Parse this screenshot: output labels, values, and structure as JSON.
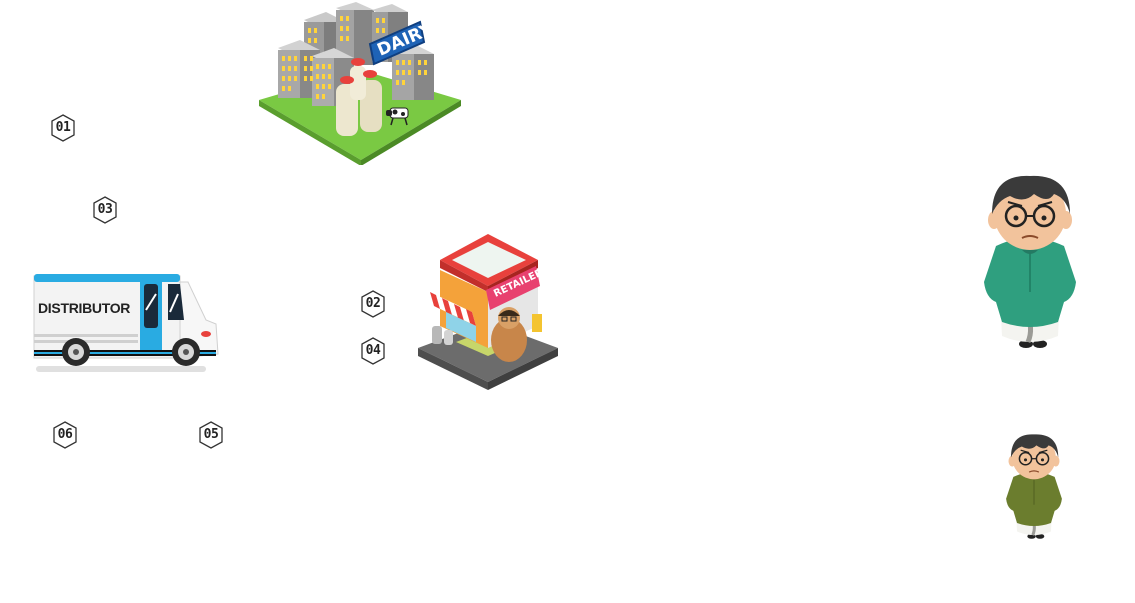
{
  "dairy": {
    "sign": "DAIRY"
  },
  "retailer": {
    "sign": "RETAILER"
  },
  "distributor": {
    "label": "DISTRIBUTOR"
  },
  "steps": [
    "01",
    "02",
    "03",
    "04",
    "05",
    "06"
  ],
  "colors": {
    "grass": "#7ac943",
    "truck_blue": "#29abe2",
    "awning_red": "#e8413c",
    "sign_blue": "#1e63b6"
  }
}
